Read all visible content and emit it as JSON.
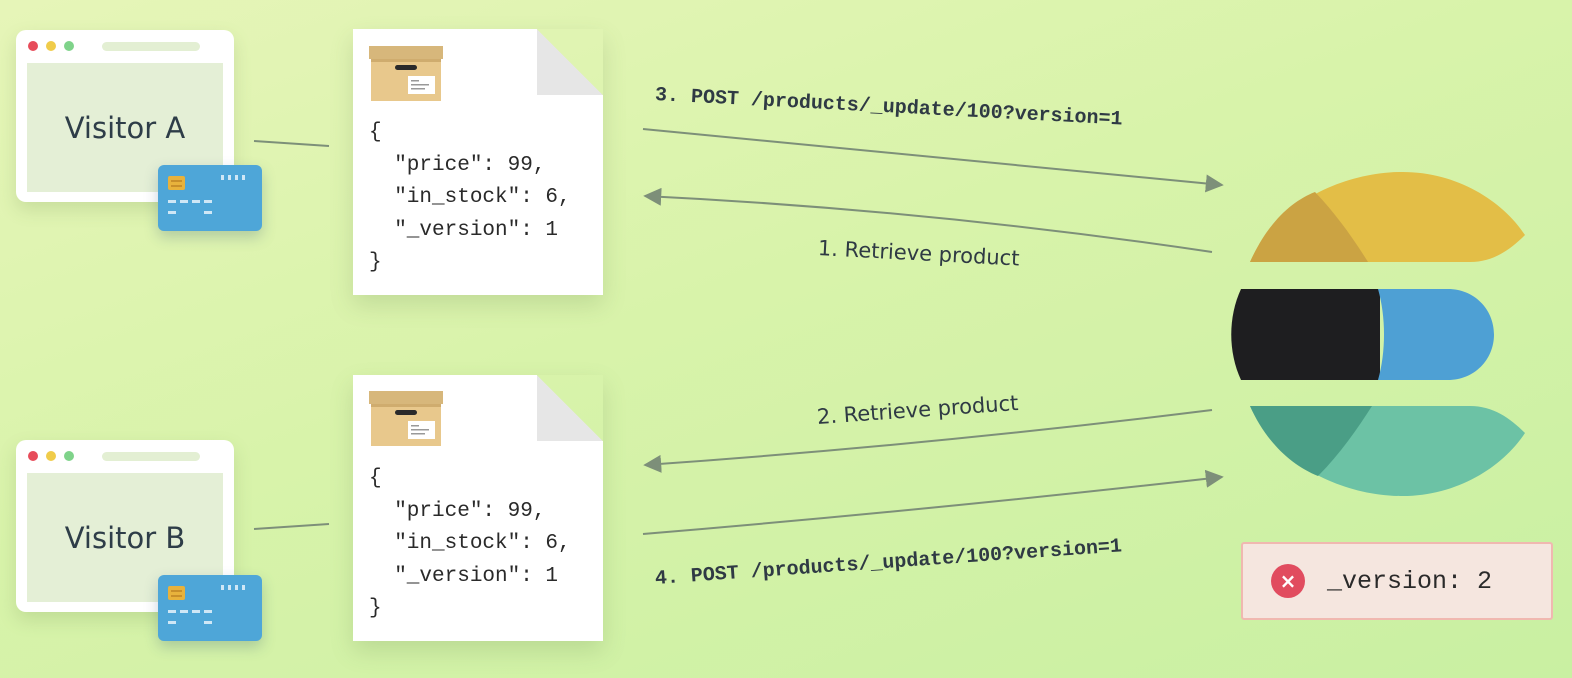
{
  "colors": {
    "dot_red": "#e74c5a",
    "dot_yellow": "#f0cc4a",
    "dot_green": "#7fd38a",
    "arrow": "#7d8f79",
    "logo_yellow": "#e3be47",
    "logo_yellow_dark": "#cba343",
    "logo_black": "#1e1e20",
    "logo_blue": "#4ea0d4",
    "logo_teal": "#6cc2a5",
    "logo_teal_dark": "#4a9e86",
    "error_red": "#e14c5f"
  },
  "visitors": [
    {
      "label": "Visitor A"
    },
    {
      "label": "Visitor B"
    }
  ],
  "documents": [
    {
      "icon": "archive-box-icon",
      "code": "{\n  \"price\": 99,\n  \"in_stock\": 6,\n  \"_version\": 1\n}"
    },
    {
      "icon": "archive-box-icon",
      "code": "{\n  \"price\": 99,\n  \"in_stock\": 6,\n  \"_version\": 1\n}"
    }
  ],
  "requests": {
    "step1": "1. Retrieve product",
    "step2": "2. Retrieve product",
    "step3": "3. POST /products/_update/100?version=1",
    "step4": "4. POST /products/_update/100?version=1"
  },
  "error": {
    "icon": "error-x-icon",
    "symbol": "×",
    "text": "_version: 2"
  }
}
